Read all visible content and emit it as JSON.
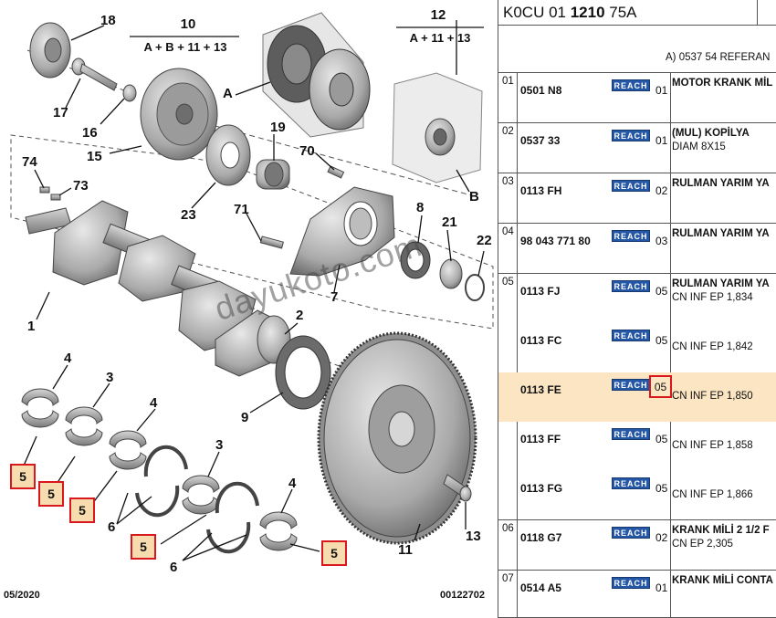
{
  "diagram": {
    "callouts": [
      "18",
      "17",
      "16",
      "15",
      "10",
      "A",
      "12",
      "B",
      "19",
      "70",
      "23",
      "74",
      "73",
      "71",
      "7",
      "8",
      "21",
      "22",
      "1",
      "2",
      "9",
      "4",
      "3",
      "4",
      "5",
      "5",
      "5",
      "6",
      "3",
      "5",
      "6",
      "4",
      "5",
      "11",
      "13"
    ],
    "formula_10": {
      "number": "10",
      "text": "A + B + 11 + 13"
    },
    "formula_12": {
      "number": "12",
      "text": "A + 11 + 13"
    },
    "quantity_boxes": [
      "5",
      "5",
      "5",
      "5",
      "5"
    ],
    "footer_left": "05/2020",
    "footer_right": "00122702",
    "watermark": "dayukoto.com"
  },
  "header": {
    "title_pre": "K0CU 01 ",
    "title_bold": "1210",
    "title_post": " 75A",
    "ref": "A) 0537 54 REFERAN"
  },
  "rows": [
    {
      "index": "01",
      "parts": [
        {
          "pn": "0501 N8",
          "reach": "REACH",
          "qty": "01",
          "line1": "MOTOR KRANK MİL",
          "line2": "",
          "highlight": false
        }
      ]
    },
    {
      "index": "02",
      "parts": [
        {
          "pn": "0537 33",
          "reach": "REACH",
          "qty": "01",
          "line1": "(MUL) KOPİLYA",
          "line2": "DIAM 8X15",
          "highlight": false
        }
      ]
    },
    {
      "index": "03",
      "parts": [
        {
          "pn": "0113 FH",
          "reach": "REACH",
          "qty": "02",
          "line1": "RULMAN YARIM YA",
          "line2": "",
          "highlight": false
        }
      ]
    },
    {
      "index": "04",
      "parts": [
        {
          "pn": "98 043 771 80",
          "reach": "REACH",
          "qty": "03",
          "line1": "RULMAN YARIM YA",
          "line2": "",
          "highlight": false
        }
      ]
    },
    {
      "index": "05",
      "parts": [
        {
          "pn": "0113 FJ",
          "reach": "REACH",
          "qty": "05",
          "line1": "RULMAN YARIM YA",
          "line2": "CN INF EP 1,834",
          "highlight": false
        },
        {
          "pn": "0113 FC",
          "reach": "REACH",
          "qty": "05",
          "line1": "",
          "line2": "CN INF EP 1,842",
          "highlight": false
        },
        {
          "pn": "0113 FE",
          "reach": "REACH",
          "qty": "05",
          "line1": "",
          "line2": "CN INF EP 1,850",
          "highlight": true
        },
        {
          "pn": "0113 FF",
          "reach": "REACH",
          "qty": "05",
          "line1": "",
          "line2": "CN INF EP 1,858",
          "highlight": false
        },
        {
          "pn": "0113 FG",
          "reach": "REACH",
          "qty": "05",
          "line1": "",
          "line2": "CN INF EP 1,866",
          "highlight": false
        }
      ]
    },
    {
      "index": "06",
      "parts": [
        {
          "pn": "0118 G7",
          "reach": "REACH",
          "qty": "02",
          "line1": "KRANK MİLİ 2 1/2 F",
          "line2": "CN EP 2,305",
          "highlight": false
        }
      ]
    },
    {
      "index": "07",
      "parts": [
        {
          "pn": "0514 A5",
          "reach": "REACH",
          "qty": "01",
          "line1": "KRANK MİLİ CONTA",
          "line2": "",
          "highlight": false
        }
      ]
    }
  ]
}
